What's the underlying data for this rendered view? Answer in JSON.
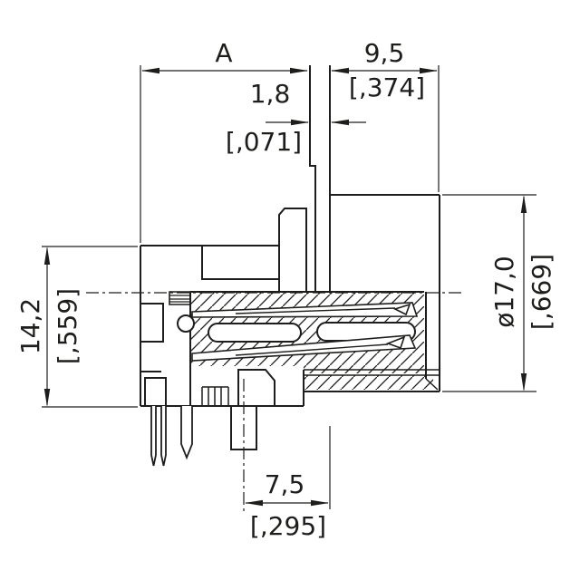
{
  "canvas": {
    "background": "#ffffff",
    "stroke_color": "#1d1d1b"
  },
  "annotations": {
    "width_a": {
      "value": "A"
    },
    "front_length": {
      "mm": "9,5",
      "inch": "[,374]"
    },
    "panel_thickness": {
      "mm": "1,8",
      "inch": "[,071]"
    },
    "body_height": {
      "mm": "14,2",
      "inch": "[,559]"
    },
    "diameter": {
      "mm": "ø17,0",
      "inch": "[,669]"
    },
    "peg_offset": {
      "mm": "7,5",
      "inch": "[,295]"
    }
  }
}
